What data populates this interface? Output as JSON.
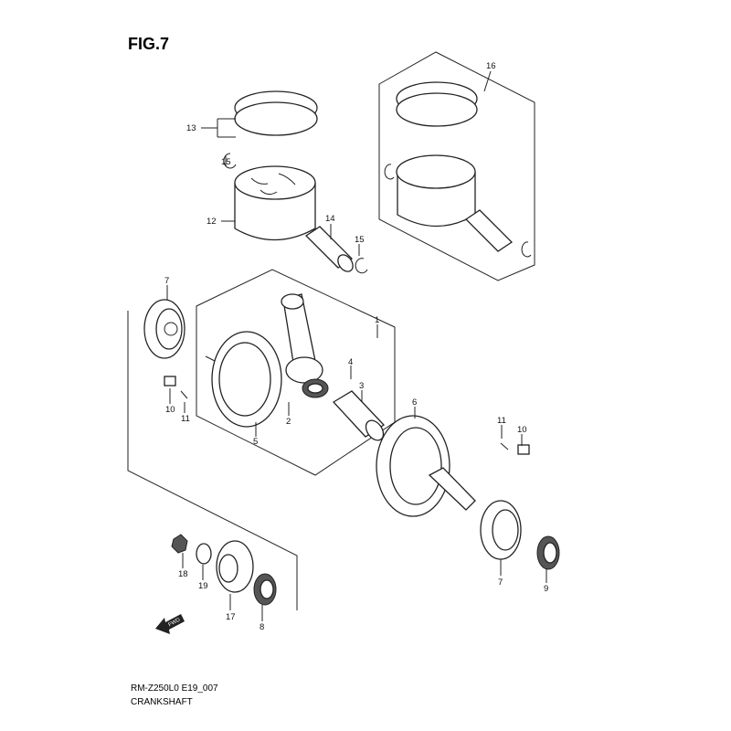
{
  "figure": {
    "title": "FIG.7"
  },
  "footer": {
    "code": "RM-Z250L0 E19_007",
    "name": "CRANKSHAFT"
  },
  "direction_marker": "FWD",
  "callouts": {
    "c16": "16",
    "c13": "13",
    "c15a": "15",
    "c12": "12",
    "c14": "14",
    "c15b": "15",
    "c7a": "7",
    "c1": "1",
    "c4": "4",
    "c3": "3",
    "c10a": "10",
    "c11a": "11",
    "c2": "2",
    "c6": "6",
    "c5": "5",
    "c11b": "11",
    "c10b": "10",
    "c18": "18",
    "c19": "19",
    "c7b": "7",
    "c9": "9",
    "c17": "17",
    "c8": "8"
  }
}
